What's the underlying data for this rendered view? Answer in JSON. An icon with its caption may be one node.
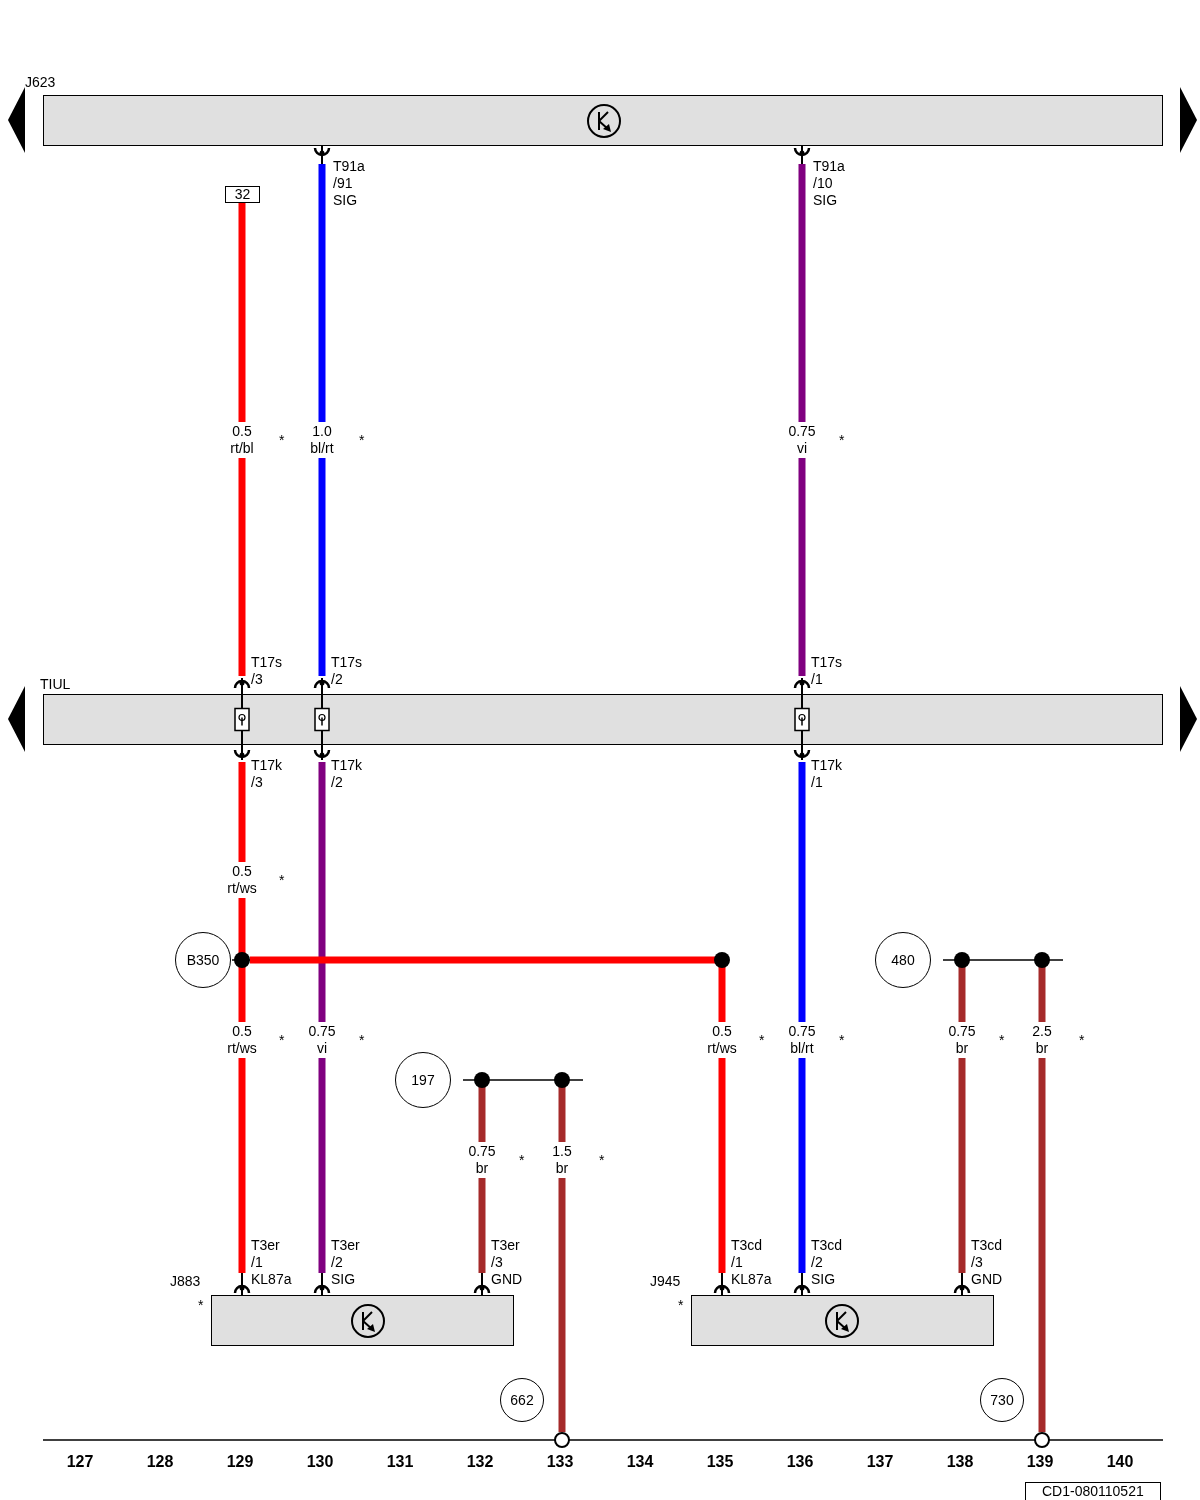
{
  "diagram": {
    "nodes": [
      {
        "text": [
          "J623"
        ]
      },
      {
        "text": [
          "32"
        ]
      },
      {
        "text": [
          "TIUL"
        ]
      },
      {
        "text": [
          "B350"
        ]
      },
      {
        "text": [
          "480"
        ]
      },
      {
        "text": [
          "197"
        ]
      },
      {
        "text": [
          "J883"
        ],
        "beside": [
          "*"
        ]
      },
      {
        "text": [
          "J945"
        ],
        "beside": [
          "*"
        ]
      },
      {
        "text": [
          "662"
        ]
      },
      {
        "text": [
          "730"
        ]
      }
    ],
    "edges": [
      {
        "from": 1,
        "to": 2,
        "arrow": "none",
        "label": "0.5 rt/bl",
        "color": "#ff0000"
      },
      {
        "from": 0,
        "to": 2,
        "arrow": "none",
        "label": "1.0 bl/rt",
        "color": "#0000ff"
      },
      {
        "from": 0,
        "to": 2,
        "arrow": "none",
        "label": "0.75 vi",
        "color": "#800080"
      },
      {
        "from": 2,
        "to": 3,
        "arrow": "none",
        "label": "0.5 rt/ws",
        "color": "#ff0000"
      },
      {
        "from": 2,
        "to": 6,
        "arrow": "none",
        "label": "0.75 vi",
        "color": "#800080"
      },
      {
        "from": 2,
        "to": 7,
        "arrow": "none",
        "label": "0.75 bl/rt",
        "color": "#0000ff"
      },
      {
        "from": 3,
        "to": 6,
        "arrow": "none",
        "label": "0.5 rt/ws",
        "color": "#ff0000"
      },
      {
        "from": 3,
        "to": 7,
        "arrow": "none",
        "label": "0.5 rt/ws",
        "color": "#ff0000"
      },
      {
        "from": 5,
        "to": 6,
        "arrow": "none",
        "label": "0.75 br",
        "color": "#a52a2a"
      },
      {
        "from": 5,
        "to": 8,
        "arrow": "none",
        "label": "1.5 br",
        "color": "#a52a2a"
      },
      {
        "from": 4,
        "to": 7,
        "arrow": "none",
        "label": "0.75 br",
        "color": "#a52a2a"
      },
      {
        "from": 4,
        "to": 9,
        "arrow": "none",
        "label": "2.5 br",
        "color": "#a52a2a"
      }
    ],
    "labels": [
      "T91a /91 SIG",
      "T91a /10 SIG",
      "*",
      "*",
      "*",
      "T17s /3",
      "T17s /2",
      "T17s /1",
      "T17k /3",
      "T17k /2",
      "T17k /1",
      "*",
      "*",
      "*",
      "*",
      "*",
      "*",
      "*",
      "*",
      "*",
      "T3er /1 KL87a",
      "T3er /2 SIG",
      "T3er /3 GND",
      "T3cd /1 KL87a",
      "T3cd /2 SIG",
      "T3cd /3 GND",
      "127",
      "128",
      "129",
      "130",
      "131",
      "132",
      "133",
      "134",
      "135",
      "136",
      "137",
      "138",
      "139",
      "140",
      "CD1-080110521"
    ]
  }
}
